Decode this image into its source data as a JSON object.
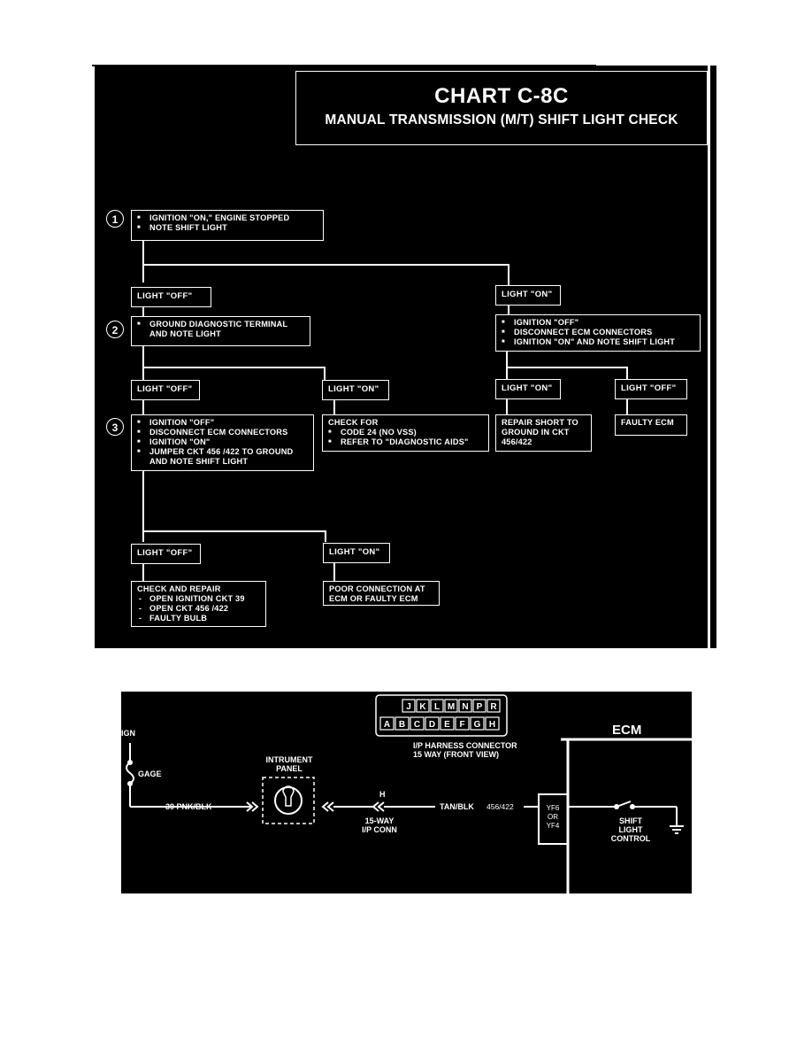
{
  "chart": {
    "title": "CHART C-8C",
    "subtitle": "MANUAL TRANSMISSION (M/T) SHIFT LIGHT CHECK"
  },
  "steps": [
    "1",
    "2",
    "3"
  ],
  "step1": {
    "items": [
      "IGNITION \"ON,\" ENGINE STOPPED",
      "NOTE SHIFT LIGHT"
    ]
  },
  "step2": {
    "items": [
      "GROUND DIAGNOSTIC TERMINAL AND NOTE LIGHT"
    ]
  },
  "step3": {
    "items": [
      "IGNITION \"OFF\"",
      "DISCONNECT ECM CONNECTORS",
      "IGNITION \"ON\"",
      "JUMPER CKT 456 /422 TO GROUND AND NOTE SHIFT LIGHT"
    ]
  },
  "labels": {
    "off": "LIGHT \"OFF\"",
    "on": "LIGHT \"ON\""
  },
  "right1": {
    "items": [
      "IGNITION \"OFF\"",
      "DISCONNECT ECM CONNECTORS",
      "IGNITION \"ON\" AND NOTE SHIFT LIGHT"
    ]
  },
  "check_for": {
    "head": "CHECK FOR",
    "items": [
      "CODE 24 (NO VSS)",
      "REFER TO \"DIAGNOSTIC AIDS\""
    ]
  },
  "repair_short": "REPAIR SHORT TO GROUND IN CKT 456/422",
  "faulty_ecm": "FAULTY ECM",
  "check_repair": {
    "head": "CHECK AND REPAIR",
    "items": [
      "OPEN IGNITION CKT 39",
      "OPEN CKT 456 /422",
      "FAULTY BULB"
    ]
  },
  "poor_conn": "POOR CONNECTION AT ECM OR FAULTY ECM",
  "wiring": {
    "connector_top": [
      "J",
      "K",
      "L",
      "M",
      "N",
      "P",
      "R"
    ],
    "connector_bottom": [
      "A",
      "B",
      "C",
      "D",
      "E",
      "F",
      "G",
      "H"
    ],
    "connector_caption1": "I/P HARNESS CONNECTOR",
    "connector_caption2": "15 WAY (FRONT VIEW)",
    "ign": "IGN",
    "gage": "GAGE",
    "wire1": "39 PNK/BLK",
    "instrument1": "INTRUMENT",
    "instrument2": "PANEL",
    "pin": "H",
    "conn1": "15-WAY",
    "conn2": "I/P CONN",
    "wire2": "TAN/BLK",
    "wire2_ckt": "456/422",
    "ecm": "ECM",
    "ecm_pin1": "YF6",
    "ecm_pin2": "OR",
    "ecm_pin3": "YF4",
    "switch1": "SHIFT",
    "switch2": "LIGHT",
    "switch3": "CONTROL"
  }
}
